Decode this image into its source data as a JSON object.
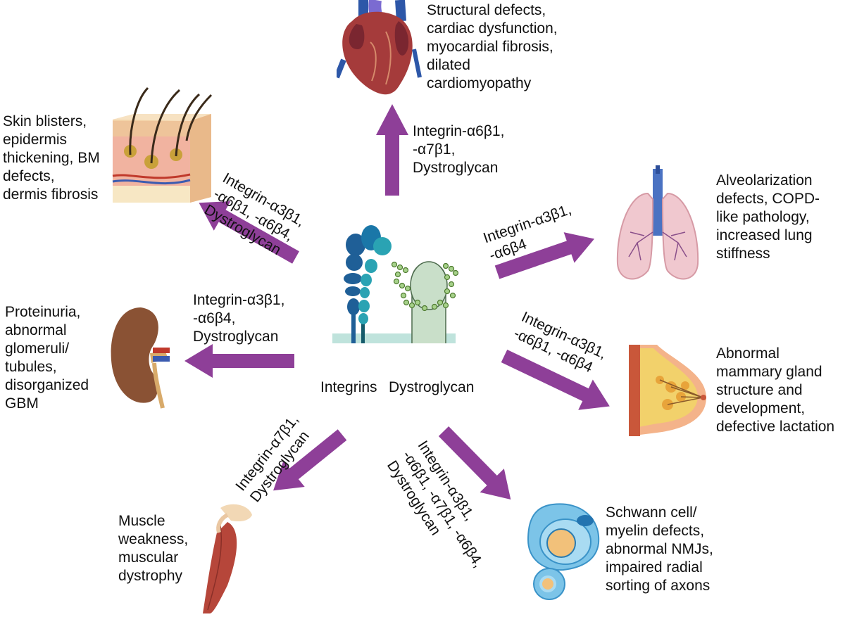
{
  "center": {
    "integrins_label": "Integrins",
    "dystroglycan_label": "Dystroglycan"
  },
  "branches": {
    "heart": {
      "receptors": "Integrin-α6β1,\n-α7β1,\nDystroglycan",
      "phenotype": "Structural defects,\ncardiac dysfunction,\nmyocardial fibrosis,\ndilated\ncardiomyopathy",
      "icon": "heart-icon"
    },
    "skin": {
      "receptors": "Integrin-α3β1,\n-α6β1, -α6β4,\nDystroglycan",
      "phenotype": "Skin blisters,\nepidermis\nthickening, BM\ndefects,\ndermis fibrosis",
      "icon": "skin-icon"
    },
    "lung": {
      "receptors": "Integrin-α3β1,\n-α6β4",
      "phenotype": "Alveolarization\ndefects, COPD-\nlike pathology,\nincreased lung\nstiffness",
      "icon": "lung-icon"
    },
    "kidney": {
      "receptors": "Integrin-α3β1,\n-α6β4,\nDystroglycan",
      "phenotype": "Proteinuria,\nabnormal\nglomeruli/\ntubules,\ndisorganized\nGBM",
      "icon": "kidney-icon"
    },
    "breast": {
      "receptors": "Integrin-α3β1,\n-α6β1, -α6β4",
      "phenotype": "Abnormal\nmammary gland\nstructure and\ndevelopment,\ndefective lactation",
      "icon": "mammary-gland-icon"
    },
    "muscle": {
      "receptors": "Integrin-α7β1,\nDystroglycan",
      "phenotype": "Muscle\nweakness,\nmuscular\ndystrophy",
      "icon": "muscle-icon"
    },
    "nerve": {
      "receptors": "Integrin-α3β1,\n-α6β1, -α7β1, -α6β4,\nDystroglycan",
      "phenotype": "Schwann cell/\nmyelin defects,\nabnormal NMJs,\nimpaired radial\nsorting of axons",
      "icon": "schwann-cell-icon"
    }
  },
  "colors": {
    "arrow": "#8e3f98",
    "integrin_dark": "#1f5f97",
    "integrin_teal": "#2aa3b3",
    "dystroglycan_fill": "#c9dfc9",
    "membrane": "#bfe3dc"
  }
}
